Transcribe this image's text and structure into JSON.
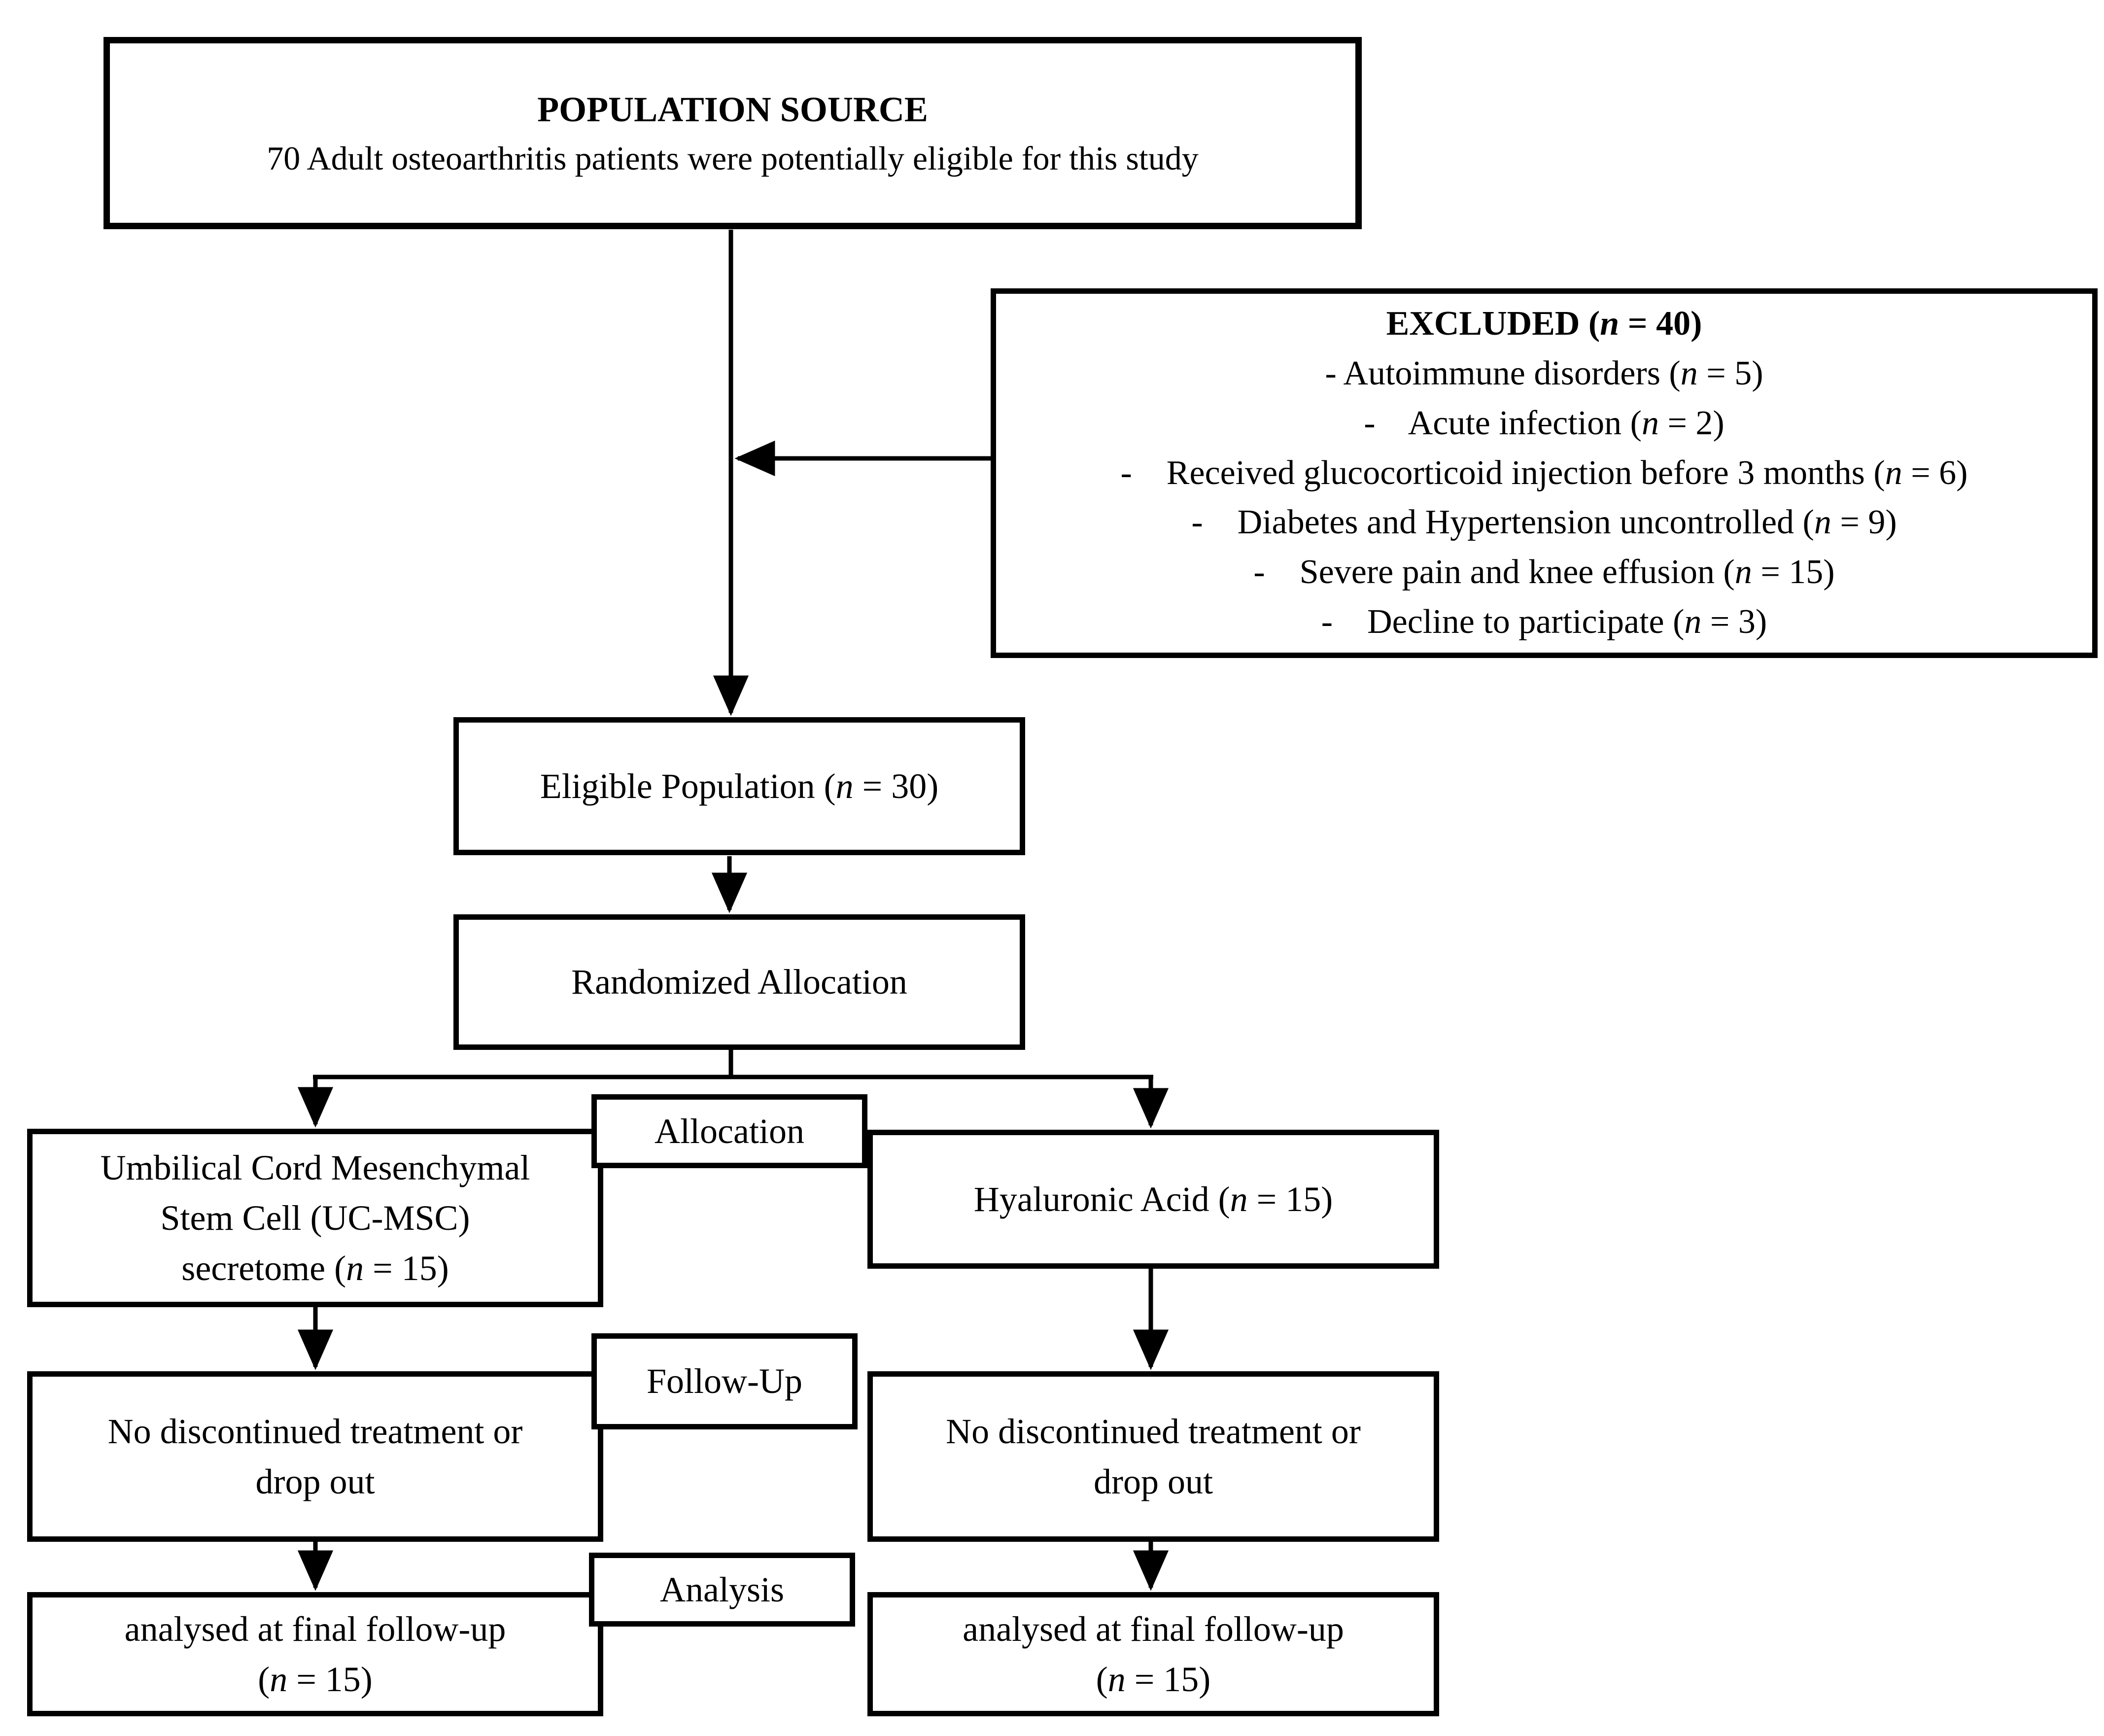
{
  "palette": {
    "ink": "#000000",
    "paper": "#ffffff"
  },
  "diagram": {
    "type": "study-flow-chart",
    "nodes": {
      "population_source": {
        "title": "POPULATION SOURCE",
        "text": "70 Adult osteoarthritis patients were potentially eligible for this study"
      },
      "excluded": {
        "title": "EXCLUDED (n = 40)",
        "items": [
          "- Autoimmune disorders (n = 5)",
          "-    Acute infection (n = 2)",
          "-    Received glucocorticoid injection before 3 months (n = 6)",
          "-    Diabetes and Hypertension uncontrolled (n = 9)",
          "-    Severe pain and knee effusion (n = 15)",
          "-    Decline to participate (n = 3)"
        ]
      },
      "eligible_population": {
        "text": "Eligible Population (n = 30)"
      },
      "randomized_allocation": {
        "text": "Randomized Allocation"
      },
      "allocation_label": {
        "text": "Allocation"
      },
      "allocation_left": {
        "text": "Umbilical Cord Mesenchymal\nStem Cell (UC-MSC)\nsecretome (n = 15)"
      },
      "allocation_right": {
        "text": "Hyaluronic Acid (n = 15)"
      },
      "followup_label": {
        "text": "Follow-Up"
      },
      "followup_left": {
        "text": "No discontinued treatment or\ndrop out"
      },
      "followup_right": {
        "text": "No discontinued treatment or\ndrop out"
      },
      "analysis_label": {
        "text": "Analysis"
      },
      "analysis_left": {
        "text": "analysed at final follow-up\n(n = 15)"
      },
      "analysis_right": {
        "text": "analysed at final follow-up\n(n = 15)"
      }
    },
    "edges": [
      {
        "from": "population_source",
        "to": "eligible_population"
      },
      {
        "from": "excluded",
        "to": "population_source_line",
        "direction": "left"
      },
      {
        "from": "eligible_population",
        "to": "randomized_allocation"
      },
      {
        "from": "randomized_allocation",
        "to": "allocation_left"
      },
      {
        "from": "randomized_allocation",
        "to": "allocation_right"
      },
      {
        "from": "allocation_left",
        "to": "followup_left"
      },
      {
        "from": "allocation_right",
        "to": "followup_right"
      },
      {
        "from": "followup_left",
        "to": "analysis_left"
      },
      {
        "from": "followup_right",
        "to": "analysis_right"
      }
    ]
  }
}
